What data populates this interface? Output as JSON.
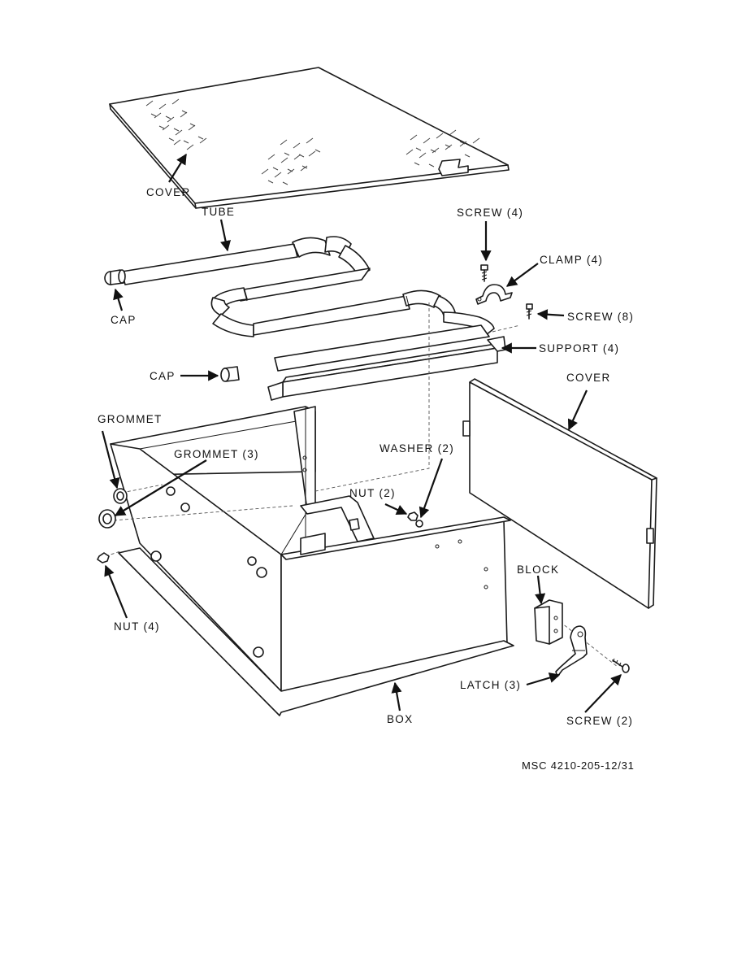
{
  "diagram": {
    "labels": {
      "cover_top": "COVER",
      "tube": "TUBE",
      "screw_4": "SCREW (4)",
      "clamp_4": "CLAMP (4)",
      "cap_1": "CAP",
      "screw_8": "SCREW (8)",
      "support_4": "SUPPORT (4)",
      "cap_2": "CAP",
      "cover_side": "COVER",
      "grommet": "GROMMET",
      "grommet_3": "GROMMET (3)",
      "washer_2": "WASHER (2)",
      "nut_2": "NUT (2)",
      "block": "BLOCK",
      "nut_4": "NUT (4)",
      "latch_3": "LATCH (3)",
      "box": "BOX",
      "screw_2": "SCREW (2)"
    },
    "figure_id": "MSC 4210-205-12/31"
  }
}
